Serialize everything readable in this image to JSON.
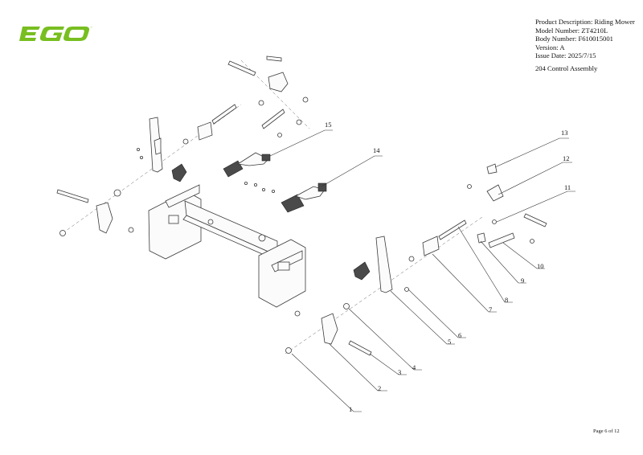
{
  "brand": {
    "name": "EGO",
    "color": "#78be20"
  },
  "header": {
    "product_description": "Product Description: Riding Mower",
    "model_number": "Model Number: ZT4210L",
    "body_number": "Body Number: F610015001",
    "version": "Version: A",
    "issue_date": "Issue Date: 2025/7/15"
  },
  "section_title": "204 Control Assembly",
  "footer": {
    "page": "Page 6 of 12"
  },
  "callouts": [
    "1",
    "2",
    "3",
    "4",
    "5",
    "6",
    "7",
    "8",
    "9",
    "10",
    "11",
    "12",
    "13",
    "14",
    "15"
  ]
}
